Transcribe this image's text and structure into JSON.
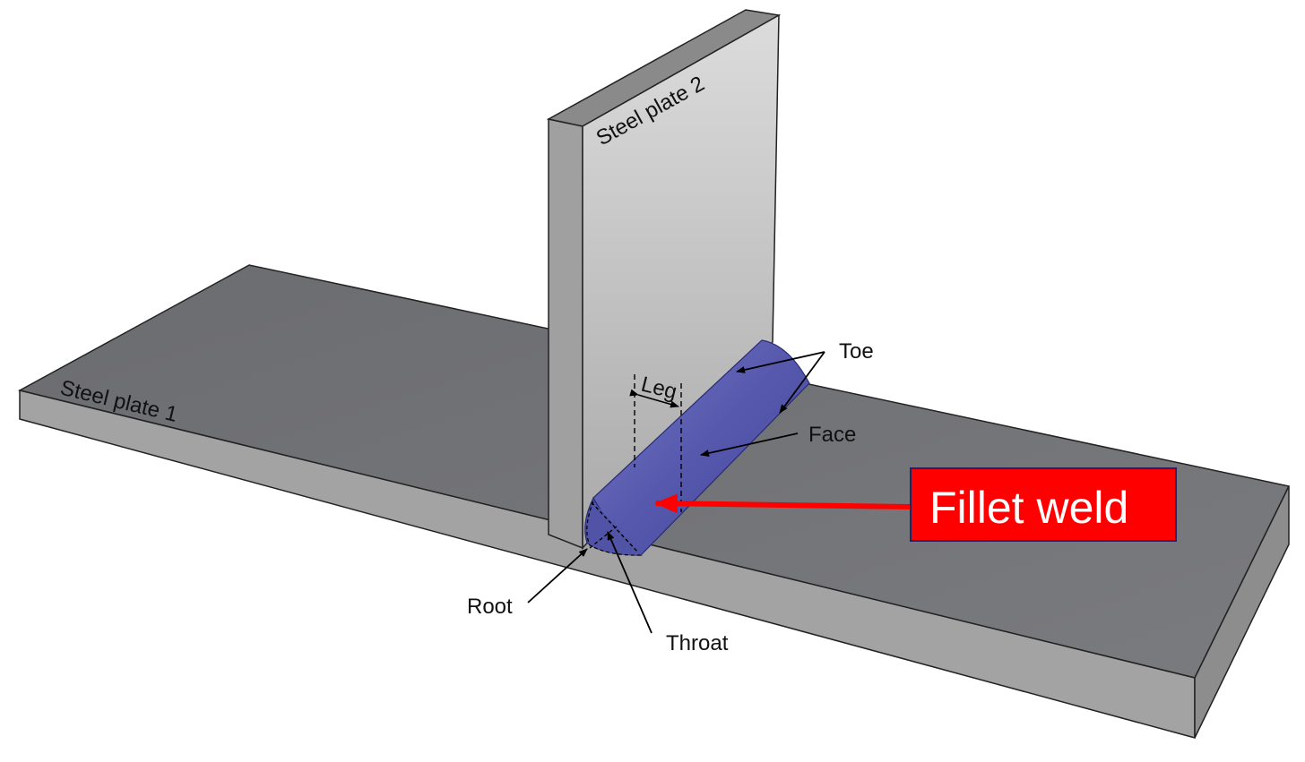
{
  "labels": {
    "plate1": "Steel plate 1",
    "plate2": "Steel plate 2",
    "toe": "Toe",
    "leg": "Leg",
    "face": "Face",
    "root": "Root",
    "throat": "Throat",
    "callout": "Fillet weld"
  },
  "colors": {
    "plate_top": "#6f7074",
    "plate_edge": "#a3a3a3",
    "vertical_face": "#c4c4c4",
    "weld": "#5b5db0",
    "callout_bg": "#ff0000",
    "callout_arrow": "#ff0000"
  }
}
